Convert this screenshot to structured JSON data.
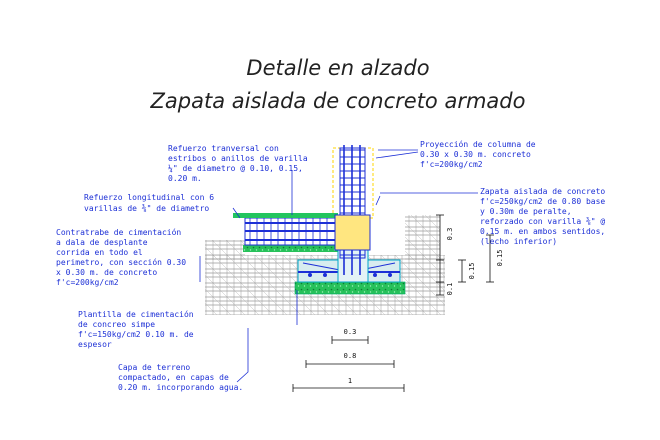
{
  "title": {
    "line1": "Detalle en alzado",
    "line2": "Zapata aislada de concreto armado"
  },
  "annotations": {
    "refuerzo_transversal": [
      "Refuerzo tranversal con",
      "estribos o anillos de varilla",
      "¼\" de diametro @ 0.10, 0.15,",
      "0.20 m."
    ],
    "refuerzo_longitudinal": [
      "Refuerzo longitudinal con 6",
      "varillas de ⅜\" de diametro"
    ],
    "contratrabe": [
      "Contratrabe de cimentación",
      "a dala de desplante",
      "corrida en todo el",
      "perimetro, con sección 0.30",
      "x 0.30 m. de concreto",
      "f'c=200kg/cm2"
    ],
    "plantilla": [
      "Plantilla de cimentación",
      "de concreo simpe",
      "f'c=150kg/cm2 0.10 m. de",
      "espesor"
    ],
    "capa_terreno": [
      "Capa de terreno",
      "compactado, en capas de",
      "0.20 m. incorporando agua."
    ],
    "proyeccion_columna": [
      "Proyección de columna de",
      "0.30 x 0.30 m. concreto",
      "f'c=200kg/cm2"
    ],
    "zapata": [
      "Zapata aislada de concreto",
      "f'c=250kg/cm2 de 0.80 base",
      "y 0.30m de peralte,",
      "reforzado con varilla ⅜\" @",
      "0.15 m. en ambos sentidos,",
      "(lecho inferior)"
    ]
  },
  "dimensions": {
    "vertical_left": [
      "0.3",
      "0.1"
    ],
    "vertical_mid": [
      "0.15"
    ],
    "vertical_right": [
      "0.15"
    ],
    "bottom": [
      "0.3",
      "0.8",
      "1"
    ]
  },
  "colors": {
    "note": "#1c2fd6",
    "cyan": "#00bcd4",
    "green": "#22c55e",
    "concrete": "#d8ecef",
    "hatch": "#8a8a8a",
    "leader": "#1c2fd6"
  }
}
